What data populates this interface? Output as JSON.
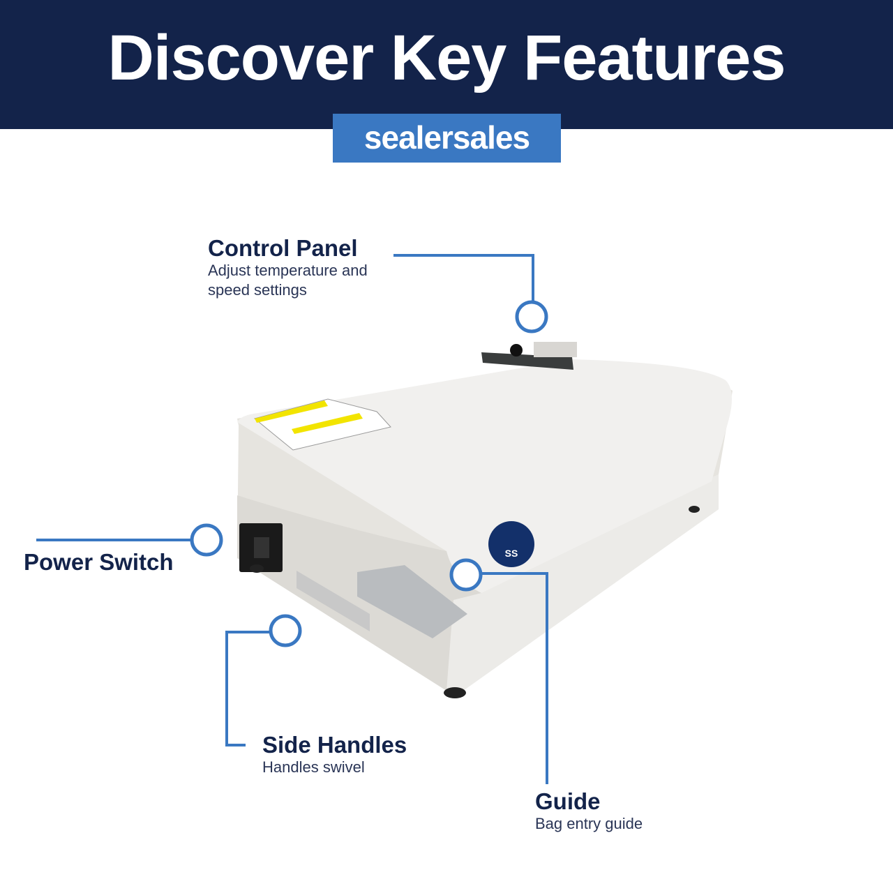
{
  "header": {
    "title": "Discover Key Features",
    "brand": "sealersales"
  },
  "colors": {
    "navy": "#13234a",
    "accent": "#3a78c2"
  },
  "callouts": [
    {
      "title": "Control Panel",
      "desc": "Adjust temperature and speed settings"
    },
    {
      "title": "Power Switch",
      "desc": ""
    },
    {
      "title": "Side Handles",
      "desc": "Handles swivel"
    },
    {
      "title": "Guide",
      "desc": "Bag entry guide"
    }
  ],
  "product": {
    "logo_text": "SS"
  }
}
